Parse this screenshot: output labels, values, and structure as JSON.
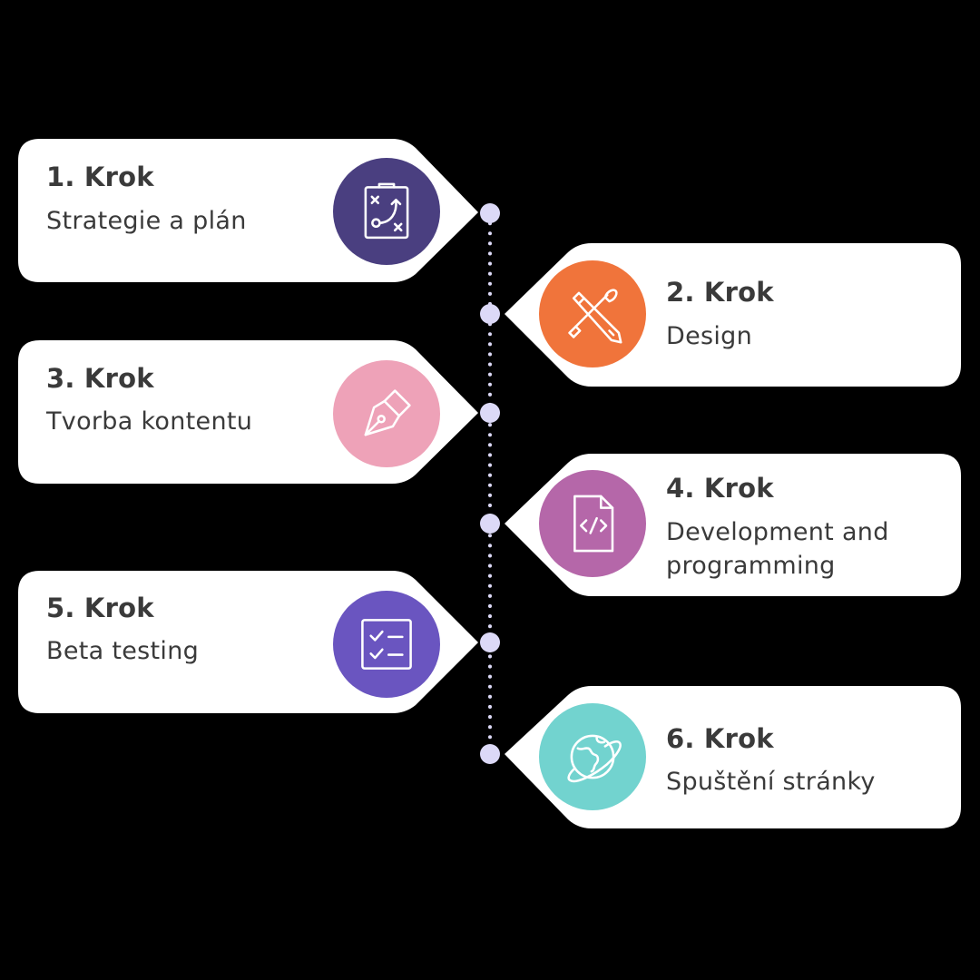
{
  "colors": {
    "background": "#000000",
    "card": "#ffffff",
    "timeline": "#dcd9f7",
    "text": "#3a3a3a"
  },
  "steps": [
    {
      "title": "1. Krok",
      "subtitle": "Strategie a plán",
      "icon": "strategy-plan-icon",
      "color": "#4a3f80"
    },
    {
      "title": "2. Krok",
      "subtitle": "Design",
      "icon": "pencil-brush-icon",
      "color": "#f0743b"
    },
    {
      "title": "3. Krok",
      "subtitle": "Tvorba kontentu",
      "icon": "fountain-pen-icon",
      "color": "#eea2b8"
    },
    {
      "title": "4. Krok",
      "subtitle": "Development and programming",
      "icon": "code-file-icon",
      "color": "#b567a9"
    },
    {
      "title": "5. Krok",
      "subtitle": "Beta testing",
      "icon": "checklist-icon",
      "color": "#6a55c0"
    },
    {
      "title": "6. Krok",
      "subtitle": "Spuštění stránky",
      "icon": "globe-icon",
      "color": "#72d3cf"
    }
  ]
}
